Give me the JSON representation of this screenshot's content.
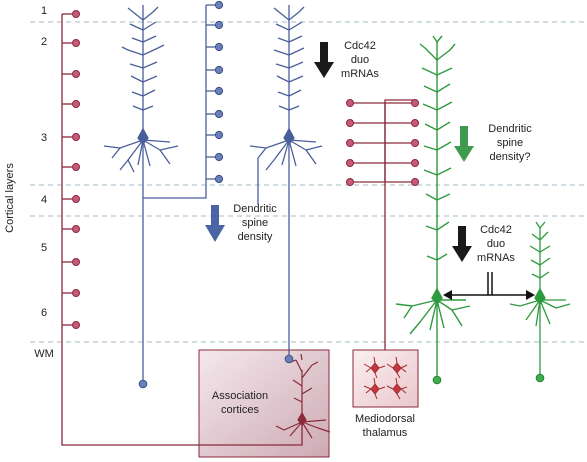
{
  "axis": {
    "label": "Cortical layers",
    "layers": [
      "1",
      "2",
      "3",
      "4",
      "5",
      "6",
      "WM"
    ]
  },
  "annotations": {
    "cdc42_top": [
      "Cdc42",
      "duo",
      "mRNAs"
    ],
    "cdc42_right": [
      "Cdc42",
      "duo",
      "mRNAs"
    ],
    "spine_blue": [
      "Dendritic",
      "spine",
      "density"
    ],
    "spine_green": [
      "Dendritic",
      "spine",
      "density?"
    ]
  },
  "regions": {
    "association": [
      "Association",
      "cortices"
    ],
    "thalamus": [
      "Mediodorsal",
      "thalamus"
    ]
  },
  "colors": {
    "blue": "#4a5f9a",
    "maroon": "#8a2a3a",
    "pink": "#c75a7a",
    "green": "#2e9a3e",
    "dark_arrow": "#1a1a1a",
    "blue_arrow": "#4a64a6",
    "green_arrow": "#3e9a4e",
    "dashed": "#b8c6d2"
  }
}
